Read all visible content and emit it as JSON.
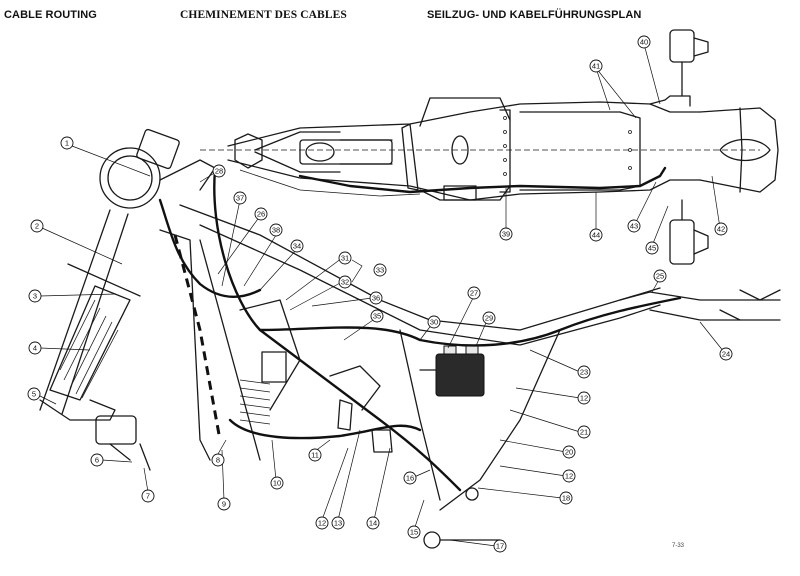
{
  "titles": {
    "en": "CABLE ROUTING",
    "fr": "CHEMINEMENT DES CABLES",
    "de": "SEILZUG- UND KABELFÜHRUNGSPLAN"
  },
  "page_number": "7-33",
  "callouts": [
    {
      "id": "c1",
      "label": "1"
    },
    {
      "id": "c2",
      "label": "2"
    },
    {
      "id": "c3",
      "label": "3"
    },
    {
      "id": "c4",
      "label": "4"
    },
    {
      "id": "c5",
      "label": "5"
    },
    {
      "id": "c6",
      "label": "6"
    },
    {
      "id": "c7",
      "label": "7"
    },
    {
      "id": "c8",
      "label": "8"
    },
    {
      "id": "c9",
      "label": "9"
    },
    {
      "id": "c10",
      "label": "10"
    },
    {
      "id": "c11",
      "label": "11"
    },
    {
      "id": "c12a",
      "label": "12"
    },
    {
      "id": "c13",
      "label": "13"
    },
    {
      "id": "c14",
      "label": "14"
    },
    {
      "id": "c15",
      "label": "15"
    },
    {
      "id": "c16",
      "label": "16"
    },
    {
      "id": "c17",
      "label": "17"
    },
    {
      "id": "c18",
      "label": "18"
    },
    {
      "id": "c12b",
      "label": "12"
    },
    {
      "id": "c20",
      "label": "20"
    },
    {
      "id": "c21",
      "label": "21"
    },
    {
      "id": "c12c",
      "label": "12"
    },
    {
      "id": "c23",
      "label": "23"
    },
    {
      "id": "c24",
      "label": "24"
    },
    {
      "id": "c25",
      "label": "25"
    },
    {
      "id": "c26",
      "label": "26"
    },
    {
      "id": "c27",
      "label": "27"
    },
    {
      "id": "c28",
      "label": "28"
    },
    {
      "id": "c29",
      "label": "29"
    },
    {
      "id": "c30",
      "label": "30"
    },
    {
      "id": "c31",
      "label": "31"
    },
    {
      "id": "c32",
      "label": "32"
    },
    {
      "id": "c33",
      "label": "33"
    },
    {
      "id": "c34",
      "label": "34"
    },
    {
      "id": "c35",
      "label": "35"
    },
    {
      "id": "c36",
      "label": "36"
    },
    {
      "id": "c37",
      "label": "37"
    },
    {
      "id": "c38",
      "label": "38"
    },
    {
      "id": "c39",
      "label": "39"
    },
    {
      "id": "c40",
      "label": "40"
    },
    {
      "id": "c41",
      "label": "41"
    },
    {
      "id": "c42",
      "label": "42"
    },
    {
      "id": "c43",
      "label": "43"
    },
    {
      "id": "c44",
      "label": "44"
    },
    {
      "id": "c45",
      "label": "45"
    }
  ]
}
